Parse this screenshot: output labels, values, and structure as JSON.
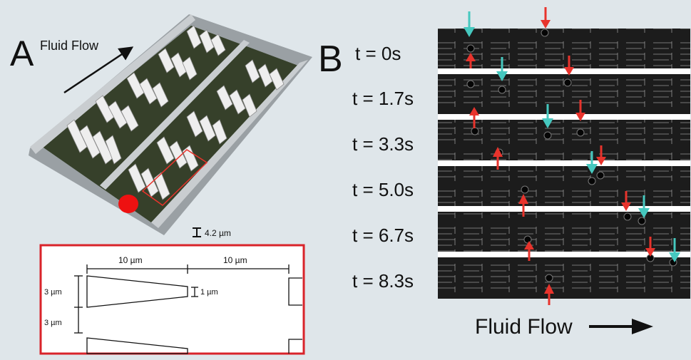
{
  "panel_a": {
    "letter": "A",
    "flow_label": "Fluid Flow",
    "gap_label": "4.2 µm",
    "inset": {
      "dim_10_left": "10 µm",
      "dim_10_right": "10 µm",
      "dim_3_top": "3 µm",
      "dim_3_bottom": "3 µm",
      "dim_1": "1 µm"
    }
  },
  "panel_b": {
    "letter": "B",
    "times": [
      "t = 0s",
      "t = 1.7s",
      "t = 3.3s",
      "t = 5.0s",
      "t = 6.7s",
      "t = 8.3s"
    ],
    "flow_label": "Fluid Flow"
  },
  "colors": {
    "background": "#dfe6ea",
    "channel_floor": "#36402a",
    "red_arrow": "#e8332c",
    "cyan_arrow": "#46c8bf",
    "inset_border": "#d9232a",
    "strip_dark": "#1c1c1c"
  }
}
